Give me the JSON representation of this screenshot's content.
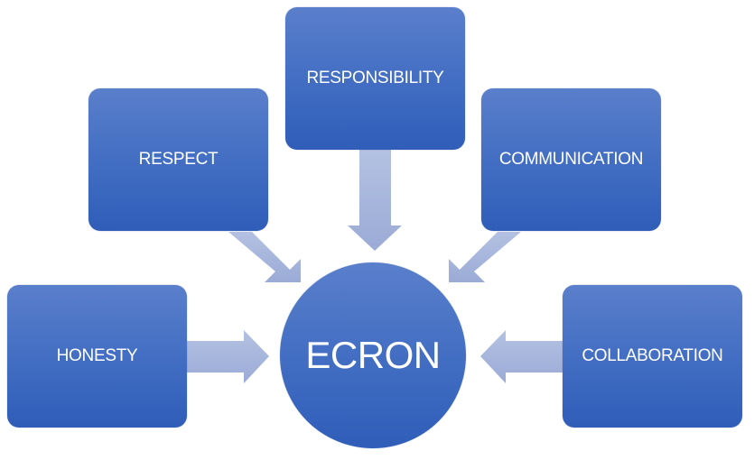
{
  "diagram": {
    "center": {
      "label": "ECRON"
    },
    "nodes": [
      {
        "id": "responsibility",
        "label": "RESPONSIBILITY"
      },
      {
        "id": "respect",
        "label": "RESPECT"
      },
      {
        "id": "communication",
        "label": "COMMUNICATION"
      },
      {
        "id": "honesty",
        "label": "HONESTY"
      },
      {
        "id": "collaboration",
        "label": "COLLABORATION"
      }
    ],
    "edges": [
      {
        "from": "responsibility",
        "to": "ECRON"
      },
      {
        "from": "respect",
        "to": "ECRON"
      },
      {
        "from": "communication",
        "to": "ECRON"
      },
      {
        "from": "honesty",
        "to": "ECRON"
      },
      {
        "from": "collaboration",
        "to": "ECRON"
      }
    ],
    "colors": {
      "box_top": "#5a7fcb",
      "box_bottom": "#2f5db8",
      "arrow": "#a3b3db",
      "text": "#ffffff"
    }
  }
}
